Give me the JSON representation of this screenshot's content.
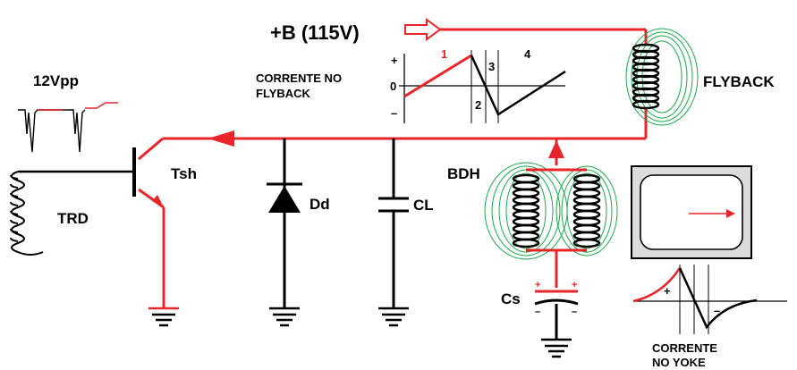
{
  "labels": {
    "supply": "+B (115V)",
    "signal": "12Vpp",
    "transistor": "Tsh",
    "trd": "TRD",
    "diode": "Dd",
    "capacitor_cl": "CL",
    "bdh": "BDH",
    "capacitor_cs": "Cs",
    "flyback": "FLYBACK",
    "flyback_current_line1": "CORRENTE NO",
    "flyback_current_line2": "FLYBACK",
    "yoke_current_line1": "CORRENTE",
    "yoke_current_line2": "NO YOKE"
  },
  "flyback_graph": {
    "plus": "+",
    "zero": "0",
    "minus": "–",
    "phase1": "1",
    "phase2": "2",
    "phase3": "3",
    "phase4": "4"
  },
  "yoke_graph": {
    "plus": "+",
    "minus": "–"
  },
  "colors": {
    "circuit_red": "#e8252b",
    "wire_black": "#000000",
    "coil_field_green": "#1aa84a"
  }
}
